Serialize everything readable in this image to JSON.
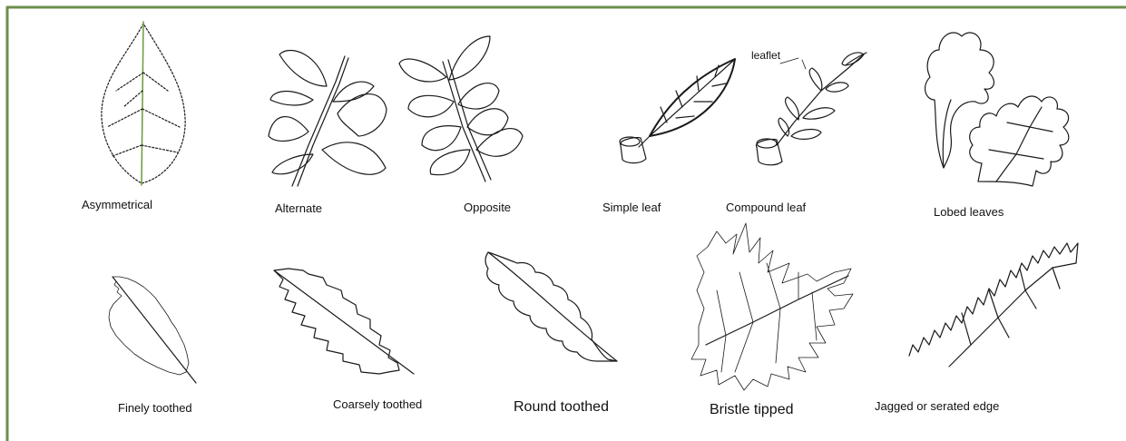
{
  "labels": {
    "asymmetrical": "Asymmetrical",
    "alternate": "Alternate",
    "opposite": "Opposite",
    "simple_leaf": "Simple leaf",
    "compound_leaf": "Compound leaf",
    "leaflet": "leaflet",
    "lobed_leaves": "Lobed leaves",
    "finely_toothed": "Finely toothed",
    "coarsely_toothed": "Coarsely toothed",
    "round_toothed": "Round toothed",
    "bristle_tipped": "Bristle tipped",
    "jagged_edge": "Jagged or serated edge"
  },
  "colors": {
    "frame": "#6b8e4e",
    "midrib": "#6a9a3a",
    "ink": "#1a1a1a",
    "background": "#ffffff"
  }
}
